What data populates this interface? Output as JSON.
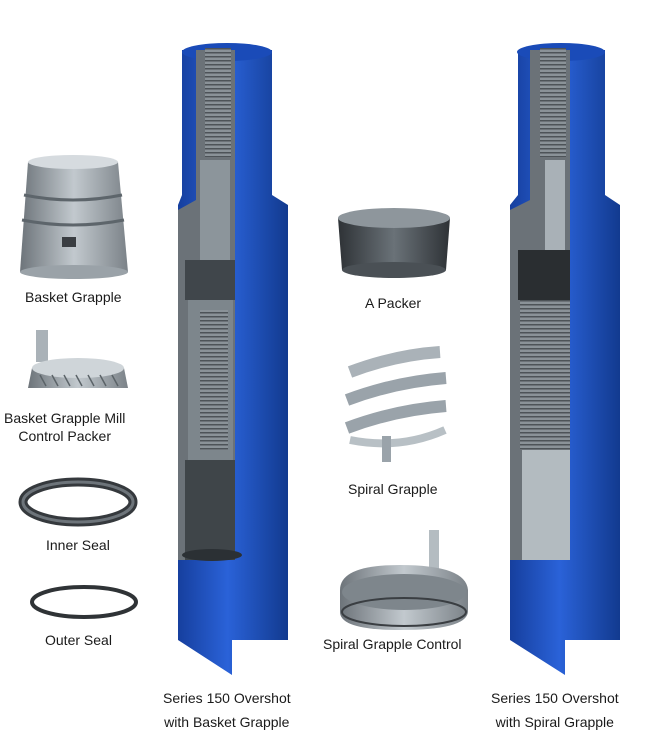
{
  "labels": {
    "basket_grapple": "Basket Grapple",
    "basket_grapple_mill_line1": "Basket Grapple Mill",
    "basket_grapple_mill_line2": "Control Packer",
    "inner_seal": "Inner Seal",
    "outer_seal": "Outer Seal",
    "a_packer": "A Packer",
    "spiral_grapple": "Spiral Grapple",
    "spiral_grapple_control": "Spiral Grapple  Control",
    "overshot_basket_line1": "Series 150 Overshot",
    "overshot_basket_line2": "with Basket Grapple",
    "overshot_spiral_line1": "Series 150 Overshot",
    "overshot_spiral_line2": "with Spiral Grapple"
  },
  "colors": {
    "overshot_blue": "#1f4fc0",
    "overshot_blue_dark": "#123a8f",
    "steel": "#9aa3aa",
    "steel_dark": "#5a6268",
    "steel_light": "#c9cfd4",
    "seal_dark": "#3a3e42"
  }
}
